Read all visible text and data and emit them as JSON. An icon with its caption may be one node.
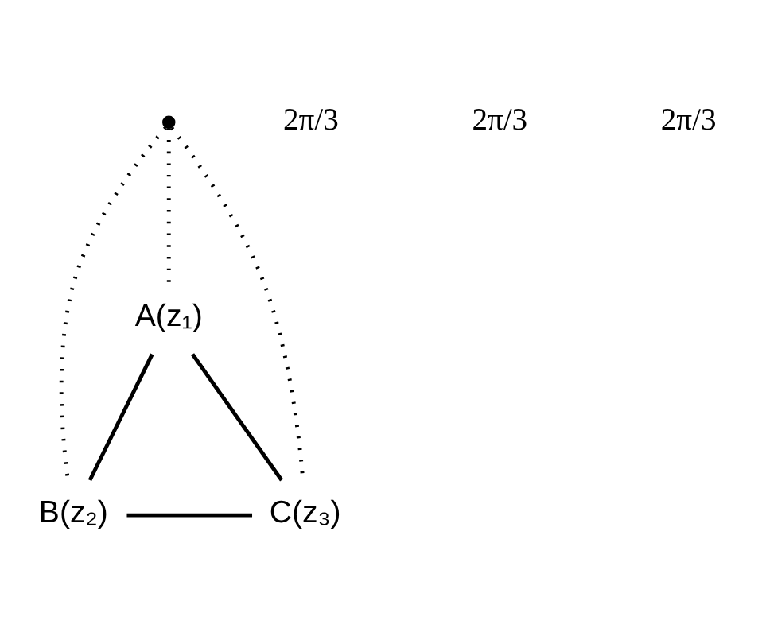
{
  "diagram": {
    "nodes": [
      {
        "text": [
          "A(z₁)"
        ]
      },
      {
        "text": [],
        "shape": "point"
      },
      {
        "text": [
          "B(z₂)"
        ]
      },
      {
        "text": [
          "C(z₃)"
        ]
      }
    ],
    "edges": [
      {
        "from": 0,
        "to": 2,
        "arrow": "none"
      },
      {
        "from": 2,
        "to": 3,
        "arrow": "none"
      },
      {
        "from": 3,
        "to": 0,
        "arrow": "none"
      },
      {
        "from": 1,
        "to": 0,
        "arrow": "none",
        "style": "dashed"
      },
      {
        "from": 1,
        "to": 2,
        "arrow": "none",
        "style": "dashed"
      },
      {
        "from": 1,
        "to": 3,
        "arrow": "none",
        "style": "dashed"
      }
    ],
    "labels": [
      "2π/3",
      "2π/3",
      "2π/3"
    ]
  }
}
